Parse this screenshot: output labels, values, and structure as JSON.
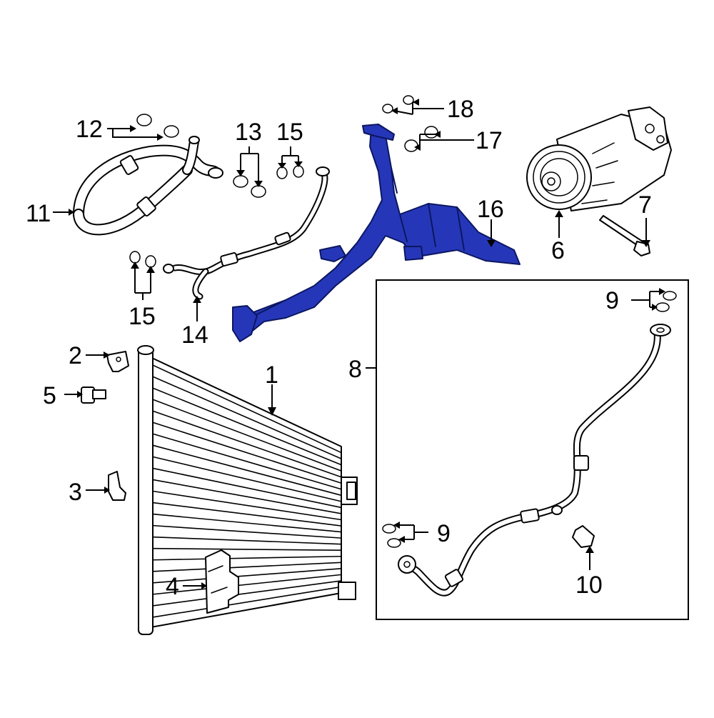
{
  "callouts": {
    "c1": "1",
    "c2": "2",
    "c3": "3",
    "c4": "4",
    "c5": "5",
    "c6": "6",
    "c7": "7",
    "c8": "8",
    "c9a": "9",
    "c9b": "9",
    "c10": "10",
    "c11": "11",
    "c12": "12",
    "c13": "13",
    "c14": "14",
    "c15a": "15",
    "c15b": "15",
    "c16": "16",
    "c17": "17",
    "c18": "18"
  },
  "colors": {
    "highlight": "#2537b8",
    "line": "#000000",
    "background": "#ffffff"
  },
  "highlighted_part": "16"
}
